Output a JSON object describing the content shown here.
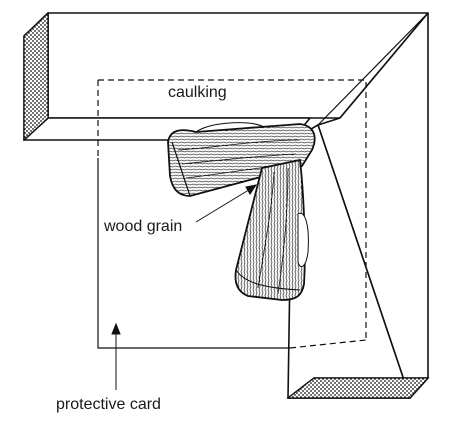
{
  "labels": {
    "caulking": "caulking",
    "wood_grain": "wood grain",
    "protective_card": "protective card"
  },
  "colors": {
    "ink": "#111111",
    "paper": "#ffffff"
  }
}
